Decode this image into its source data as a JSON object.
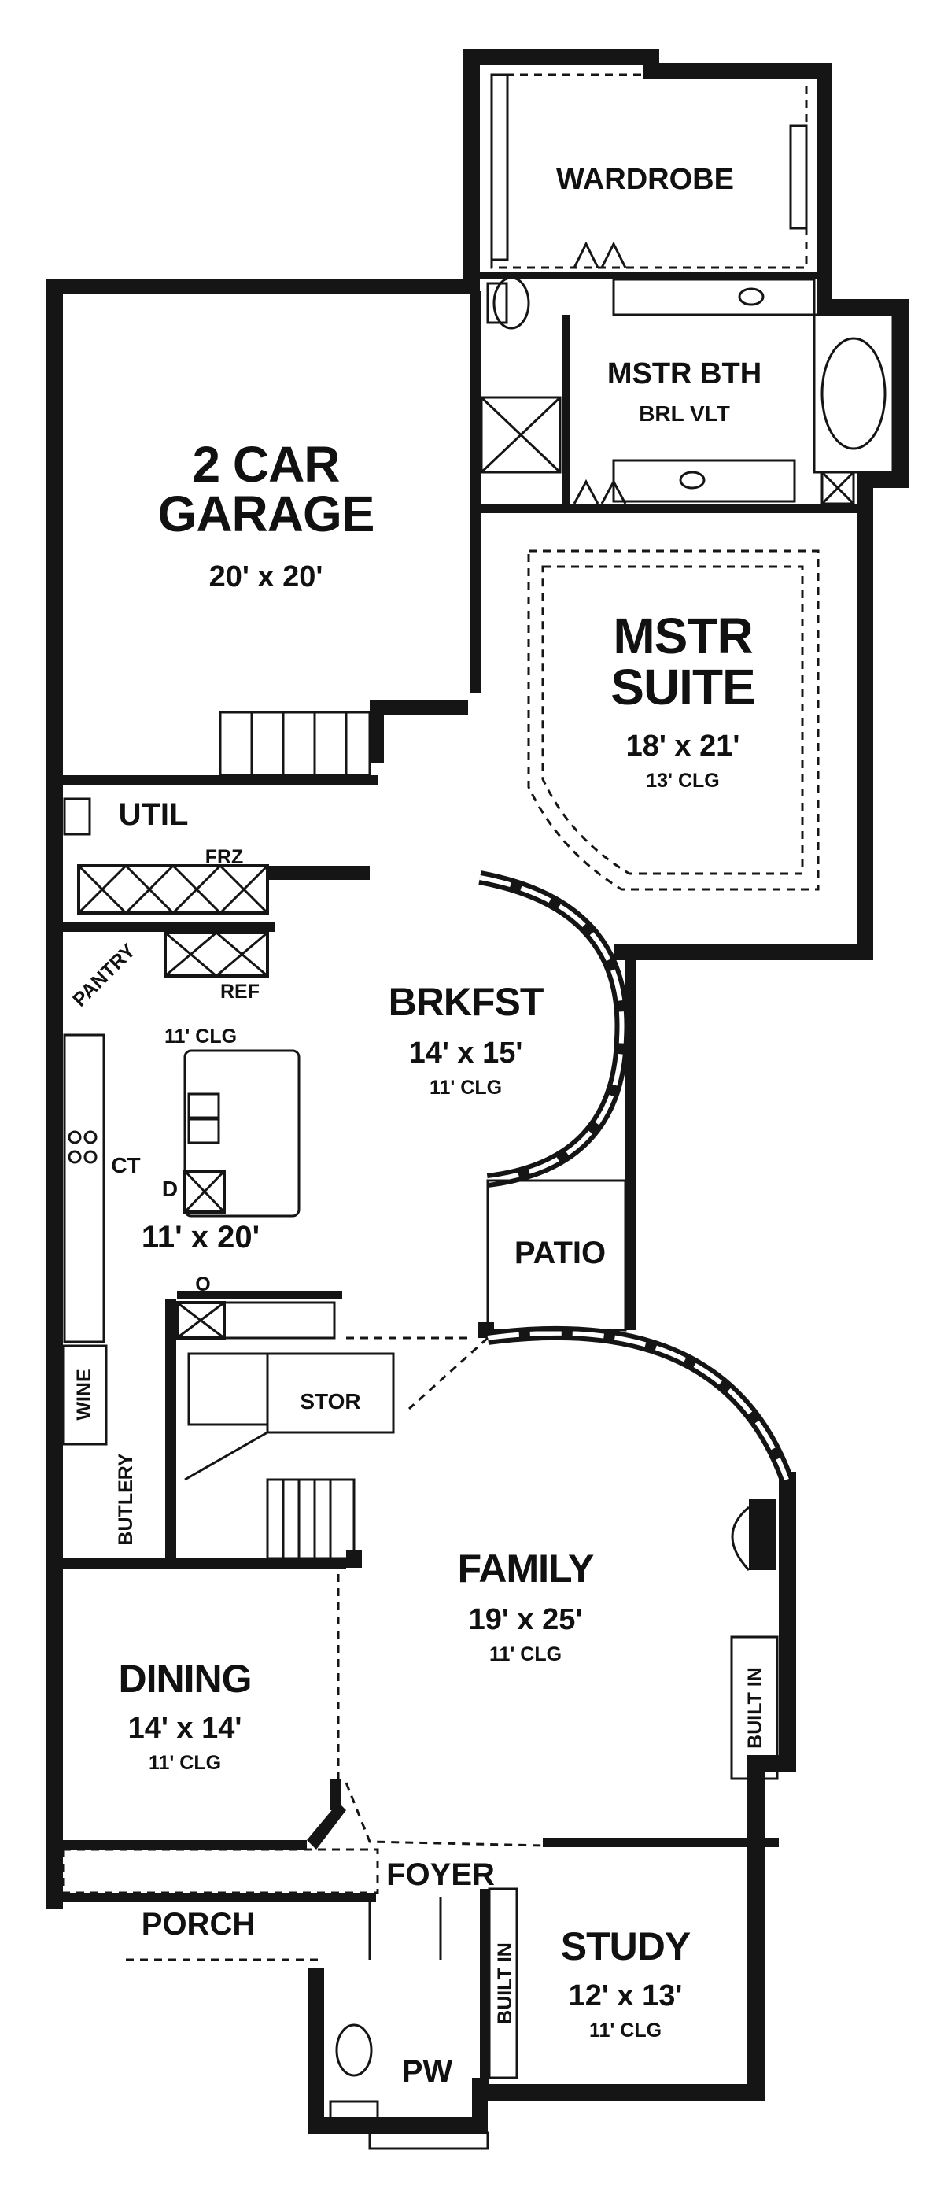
{
  "plan": {
    "rooms": {
      "wardrobe": {
        "name": "WARDROBE"
      },
      "master_bath": {
        "name": "MSTR BTH",
        "note": "BRL VLT"
      },
      "garage": {
        "name_line1": "2 CAR",
        "name_line2": "GARAGE",
        "size": "20' x 20'"
      },
      "master_suite": {
        "name_line1": "MSTR",
        "name_line2": "SUITE",
        "size": "18' x 21'",
        "ceiling": "13' CLG"
      },
      "utility": {
        "name": "UTIL"
      },
      "freezer": {
        "name": "FRZ"
      },
      "pantry": {
        "name": "PANTRY"
      },
      "refrigerator": {
        "name": "REF"
      },
      "kitchen": {
        "ceiling": "11' CLG",
        "size": "11' x 20'",
        "cooktop": "CT",
        "dishwasher": "D"
      },
      "breakfast": {
        "name": "BRKFST",
        "size": "14' x 15'",
        "ceiling": "11' CLG"
      },
      "patio": {
        "name": "PATIO"
      },
      "oven": {
        "name": "O"
      },
      "storage": {
        "name": "STOR"
      },
      "wine": {
        "name": "WINE"
      },
      "butlery": {
        "name": "BUTLERY"
      },
      "family": {
        "name": "FAMILY",
        "size": "19' x 25'",
        "ceiling": "11' CLG",
        "built_in": "BUILT IN"
      },
      "dining": {
        "name": "DINING",
        "size": "14' x 14'",
        "ceiling": "11' CLG"
      },
      "foyer": {
        "name": "FOYER"
      },
      "porch": {
        "name": "PORCH"
      },
      "study": {
        "name": "STUDY",
        "size": "12' x 13'",
        "ceiling": "11' CLG",
        "built_in": "BUILT IN"
      },
      "powder": {
        "name": "PW"
      }
    }
  }
}
